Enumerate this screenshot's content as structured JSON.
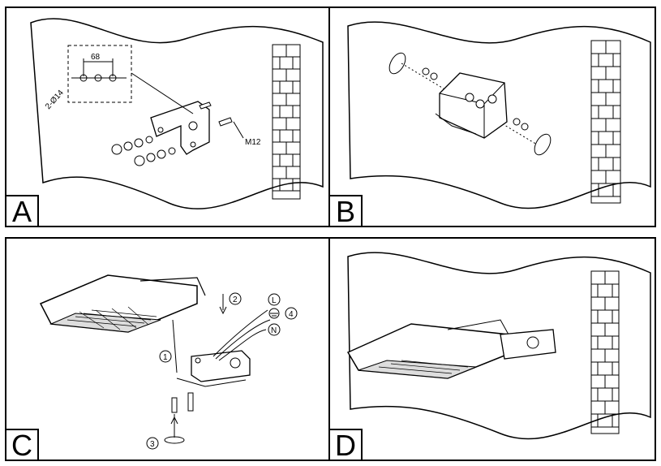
{
  "panels": [
    {
      "id": "A",
      "label": "A",
      "annotations": {
        "dim": "68",
        "hole": "2-Ø14",
        "bolt": "M12"
      }
    },
    {
      "id": "B",
      "label": "B"
    },
    {
      "id": "C",
      "label": "C",
      "annotations": {
        "step1": "1",
        "step2": "2",
        "step3": "3",
        "step4": "4",
        "wire_l": "L",
        "wire_n": "N"
      }
    },
    {
      "id": "D",
      "label": "D"
    }
  ]
}
